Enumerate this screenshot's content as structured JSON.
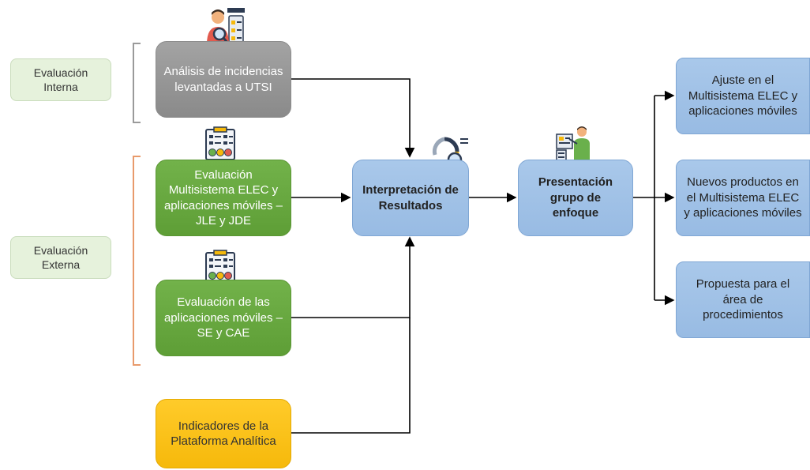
{
  "labels": {
    "internal": "Evaluación Interna",
    "external": "Evaluación Externa"
  },
  "sources": {
    "incidents": "Análisis de incidencias levantadas a UTSI",
    "multisystem_eval": "Evaluación Multisistema ELEC y aplicaciones móviles – JLE y JDE",
    "apps_eval": "Evaluación de las aplicaciones móviles – SE y CAE",
    "indicators": "Indicadores de la Plataforma Analítica"
  },
  "process": {
    "interpretation": "Interpretación de Resultados",
    "presentation": "Presentación grupo de enfoque"
  },
  "outcomes": {
    "adjustment": "Ajuste en el Multisistema ELEC y aplicaciones móviles",
    "new_products": "Nuevos productos en el Multisistema ELEC y aplicaciones móviles",
    "proposal": "Propuesta para el área de procedimientos"
  },
  "colors": {
    "gray": "#9a9a9a",
    "green": "#67a83f",
    "yellow": "#fcc21b",
    "blue": "#a2c2e8",
    "label_green": "#e6f2dc",
    "orange_bracket": "#e89a6b"
  },
  "icons": [
    "analyst-icon",
    "checklist-icon",
    "checklist-icon",
    "analytics-magnifier-icon",
    "presenter-icon"
  ]
}
